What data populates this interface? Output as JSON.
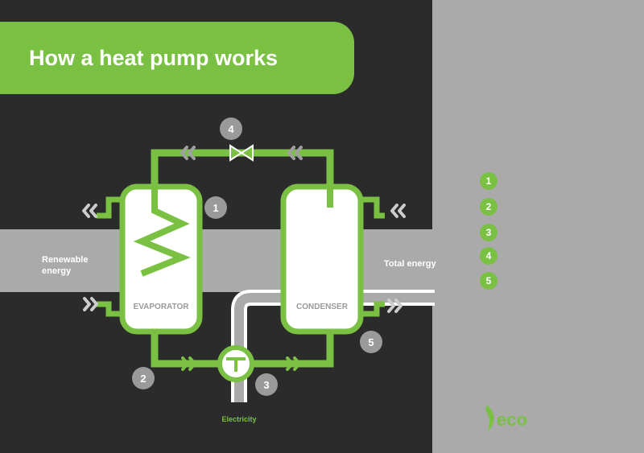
{
  "title": "How a heat pump works",
  "labels": {
    "renewable_line1": "Renewable",
    "renewable_line2": "energy",
    "total_energy": "Total energy",
    "evaporator": "EVAPORATOR",
    "condenser": "CONDENSER",
    "electricity": "Electricity"
  },
  "steps": [
    "1",
    "2",
    "3",
    "4",
    "5"
  ],
  "legend": [
    "1",
    "2",
    "3",
    "4",
    "5"
  ],
  "brand": "eco",
  "colors": {
    "background": "#2b2b2b",
    "accent": "#7ac143",
    "panel": "#aaaaaa",
    "badge": "#9a9a9a",
    "white": "#ffffff"
  }
}
